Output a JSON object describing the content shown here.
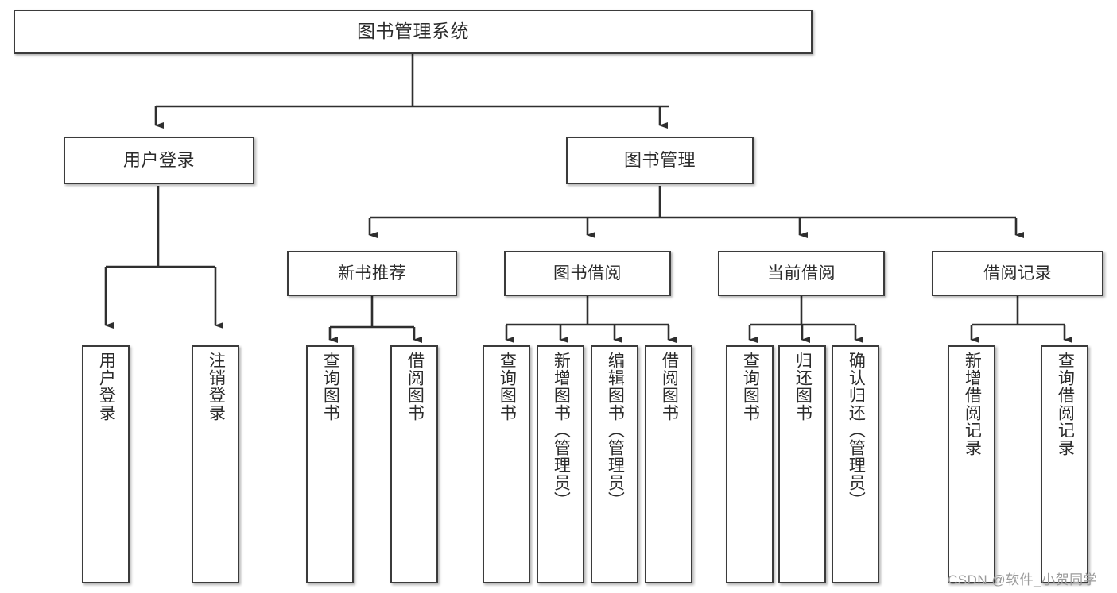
{
  "diagram": {
    "type": "tree-hierarchy-chart",
    "title": "图书管理系统",
    "colors": {
      "box_border": "#3b3b3b",
      "box_fill": "#ffffff",
      "connector": "#2f2f2f",
      "text": "#2b2b2b",
      "watermark": "#9b9b9b",
      "background": "#ffffff"
    },
    "root": {
      "label": "图书管理系统"
    },
    "level2": [
      {
        "label": "用户登录"
      },
      {
        "label": "图书管理"
      }
    ],
    "level3": [
      {
        "label": "新书推荐"
      },
      {
        "label": "图书借阅"
      },
      {
        "label": "当前借阅"
      },
      {
        "label": "借阅记录"
      }
    ],
    "leaves": {
      "user_login": [
        {
          "label": "用户登录"
        },
        {
          "label": "注销登录"
        }
      ],
      "new_book_recommend": [
        {
          "label": "查询图书"
        },
        {
          "label": "借阅图书"
        }
      ],
      "book_borrow": [
        {
          "label": "查询图书"
        },
        {
          "label": "新增图书（管理员）"
        },
        {
          "label": "编辑图书（管理员）"
        },
        {
          "label": "借阅图书"
        }
      ],
      "current_borrow": [
        {
          "label": "查询图书"
        },
        {
          "label": "归还图书"
        },
        {
          "label": "确认归还（管理员）"
        }
      ],
      "borrow_record": [
        {
          "label": "新增借阅记录"
        },
        {
          "label": "查询借阅记录"
        }
      ]
    }
  },
  "watermark": {
    "text": "CSDN @软件_小贺同学"
  }
}
